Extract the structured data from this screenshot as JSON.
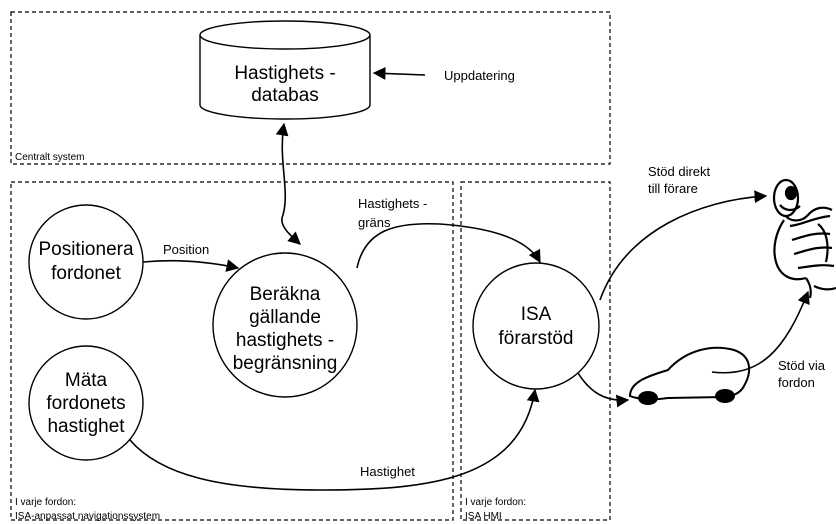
{
  "regions": {
    "central": "Centralt system",
    "vehicle_nav_1": "I varje fordon:",
    "vehicle_nav_2": "ISA-anpassat navigationssystem",
    "vehicle_hmi_1": "I varje fordon:",
    "vehicle_hmi_2": "ISA HMI"
  },
  "database": {
    "line1": "Hastighets -",
    "line2": "databas"
  },
  "labels": {
    "uppdatering": "Uppdatering",
    "position": "Position",
    "limit_1": "Hastighets -",
    "limit_2": "gräns",
    "hastighet": "Hastighet",
    "direct_1": "Stöd direkt",
    "direct_2": "till förare",
    "via_1": "Stöd via",
    "via_2": "fordon"
  },
  "nodes": {
    "position": {
      "line1": "Positionera",
      "line2": "fordonet"
    },
    "calc": {
      "line1": "Beräkna",
      "line2": "gällande",
      "line3": "hastighets -",
      "line4": "begränsning"
    },
    "measure": {
      "line1": "Mäta",
      "line2": "fordonets",
      "line3": "hastighet"
    },
    "isa": {
      "line1": "ISA",
      "line2": "förarstöd"
    }
  }
}
